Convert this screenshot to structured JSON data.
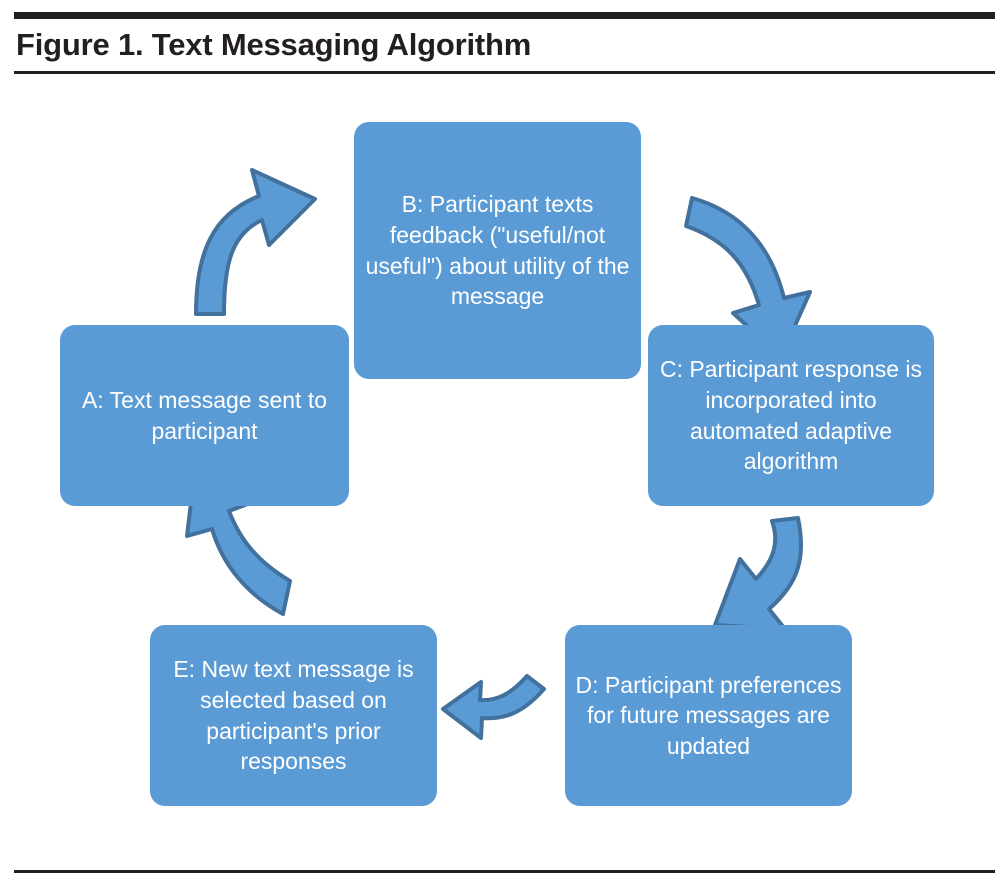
{
  "figure": {
    "title": "Figure 1. Text Messaging Algorithm"
  },
  "colors": {
    "box_fill": "#5B9BD5",
    "box_text": "#FFFFFF",
    "arrow_fill": "#5B9BD5",
    "arrow_outline": "#41719C",
    "rule": "#231F20",
    "background": "#FFFFFF"
  },
  "diagram": {
    "type": "cycle-flowchart",
    "nodes": [
      {
        "id": "A",
        "label": "A: Text message sent to participant"
      },
      {
        "id": "B",
        "label": "B: Participant texts feedback (\"useful/not useful\") about utility of the message"
      },
      {
        "id": "C",
        "label": "C: Participant response is incorporated into automated adaptive algorithm"
      },
      {
        "id": "D",
        "label": "D: Participant preferences for future messages are updated"
      },
      {
        "id": "E",
        "label": "E: New text message is selected based on participant's prior responses"
      }
    ],
    "edges": [
      {
        "from": "A",
        "to": "B",
        "name": "arrow-a-to-b",
        "direction": "up-right"
      },
      {
        "from": "B",
        "to": "C",
        "name": "arrow-b-to-c",
        "direction": "right-down"
      },
      {
        "from": "C",
        "to": "D",
        "name": "arrow-c-to-d",
        "direction": "down-left"
      },
      {
        "from": "D",
        "to": "E",
        "name": "arrow-d-to-e",
        "direction": "left"
      },
      {
        "from": "E",
        "to": "A",
        "name": "arrow-e-to-a",
        "direction": "up-left"
      }
    ]
  }
}
